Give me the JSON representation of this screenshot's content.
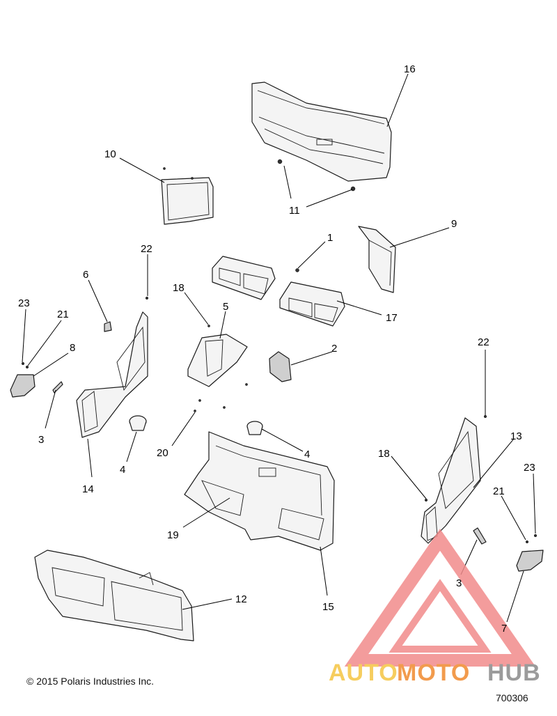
{
  "callouts": [
    {
      "id": "c1",
      "label": "1"
    },
    {
      "id": "c2",
      "label": "2"
    },
    {
      "id": "c3a",
      "label": "3"
    },
    {
      "id": "c3b",
      "label": "3"
    },
    {
      "id": "c4a",
      "label": "4"
    },
    {
      "id": "c4b",
      "label": "4"
    },
    {
      "id": "c5",
      "label": "5"
    },
    {
      "id": "c6",
      "label": "6"
    },
    {
      "id": "c7",
      "label": "7"
    },
    {
      "id": "c8",
      "label": "8"
    },
    {
      "id": "c9",
      "label": "9"
    },
    {
      "id": "c10",
      "label": "10"
    },
    {
      "id": "c11",
      "label": "11"
    },
    {
      "id": "c12",
      "label": "12"
    },
    {
      "id": "c13",
      "label": "13"
    },
    {
      "id": "c14",
      "label": "14"
    },
    {
      "id": "c15",
      "label": "15"
    },
    {
      "id": "c16",
      "label": "16"
    },
    {
      "id": "c17",
      "label": "17"
    },
    {
      "id": "c18a",
      "label": "18"
    },
    {
      "id": "c18b",
      "label": "18"
    },
    {
      "id": "c19",
      "label": "19"
    },
    {
      "id": "c20",
      "label": "20"
    },
    {
      "id": "c21a",
      "label": "21"
    },
    {
      "id": "c21b",
      "label": "21"
    },
    {
      "id": "c22a",
      "label": "22"
    },
    {
      "id": "c22b",
      "label": "22"
    },
    {
      "id": "c23a",
      "label": "23"
    },
    {
      "id": "c23b",
      "label": "23"
    }
  ],
  "footer": {
    "copyright": "© 2015 Polaris Industries Inc.",
    "diagram_number": "700306"
  },
  "watermark": {
    "auto": "AUTO",
    "moto": "MOTO",
    "hub": "HUB",
    "colors": {
      "auto": "#f5c542",
      "moto": "#f08a2e",
      "hub": "#8a8a8a",
      "triangle": "#f28b8b"
    }
  }
}
